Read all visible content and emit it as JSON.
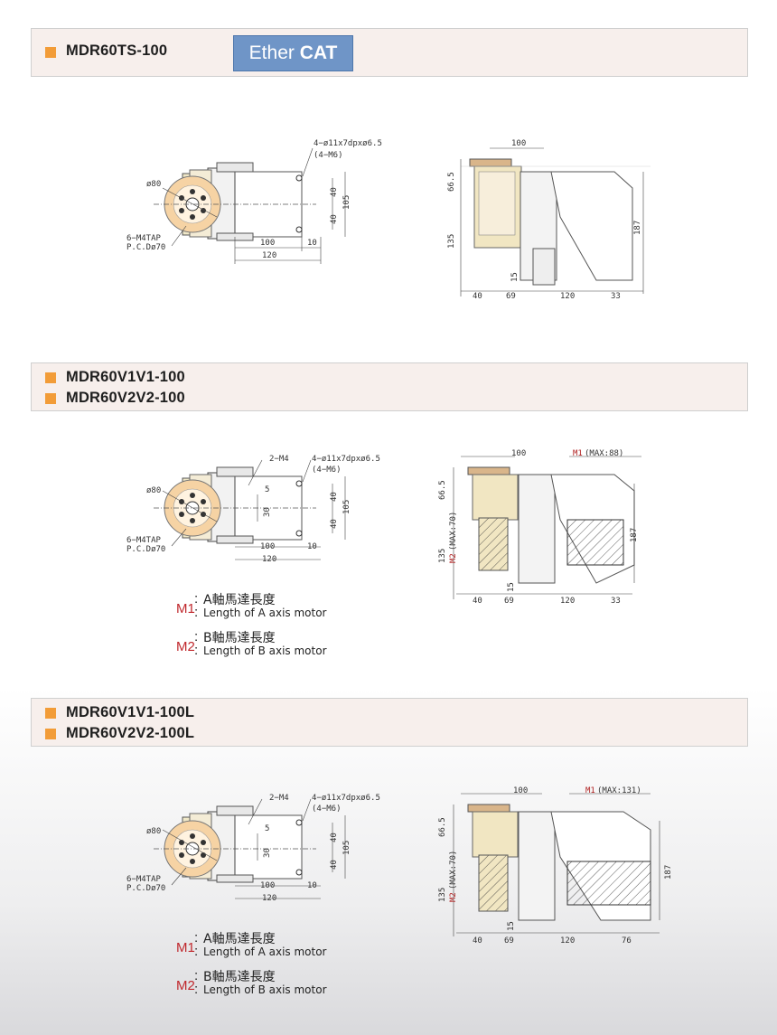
{
  "sections": [
    {
      "models": [
        "MDR60TS-100"
      ],
      "badge": {
        "text_light": "Ether",
        "text_bold": "CAT"
      },
      "front": {
        "hole_note": "4−ø11x7dpxø6.5",
        "hole_note2": "(4−M6)",
        "dia": "ø80",
        "tap": "6−M4TAP",
        "pcd": "P.C.Dø70",
        "d100": "100",
        "d10": "10",
        "d120": "120",
        "d40a": "40",
        "d40b": "40",
        "d105": "105"
      },
      "side": {
        "top": "100",
        "d665": "66.5",
        "d135": "135",
        "d187": "187",
        "d15": "15",
        "b40": "40",
        "b69": "69",
        "b120": "120",
        "b33": "33"
      }
    },
    {
      "models": [
        "MDR60V1V1-100",
        "MDR60V2V2-100"
      ],
      "front": {
        "m4": "2−M4",
        "hole_note": "4−ø11x7dpxø6.5",
        "hole_note2": "(4−M6)",
        "dia": "ø80",
        "tap": "6−M4TAP",
        "pcd": "P.C.Dø70",
        "d5": "5",
        "d30": "30",
        "d100": "100",
        "d10": "10",
        "d120": "120",
        "d40a": "40",
        "d40b": "40",
        "d105": "105"
      },
      "side": {
        "top": "100",
        "m1_code": "M1",
        "m1": "(MAX:88)",
        "d665": "66.5",
        "m2_code": "M2",
        "m2": "(MAX:70)",
        "d135": "135",
        "d187": "187",
        "d15": "15",
        "b40": "40",
        "b69": "69",
        "b120": "120",
        "b33": "33"
      },
      "legend": [
        {
          "code": "M1",
          "zh": "A軸馬達長度",
          "en": "Length of A axis motor"
        },
        {
          "code": "M2",
          "zh": "B軸馬達長度",
          "en": "Length of B axis motor"
        }
      ]
    },
    {
      "models": [
        "MDR60V1V1-100L",
        "MDR60V2V2-100L"
      ],
      "front": {
        "m4": "2−M4",
        "hole_note": "4−ø11x7dpxø6.5",
        "hole_note2": "(4−M6)",
        "dia": "ø80",
        "tap": "6−M4TAP",
        "pcd": "P.C.Dø70",
        "d5": "5",
        "d30": "30",
        "d100": "100",
        "d10": "10",
        "d120": "120",
        "d40a": "40",
        "d40b": "40",
        "d105": "105"
      },
      "side": {
        "top": "100",
        "m1_code": "M1",
        "m1": "(MAX:131)",
        "d665": "66.5",
        "m2_code": "M2",
        "m2": "(MAX:70)",
        "d135": "135",
        "d187": "187",
        "d15": "15",
        "b40": "40",
        "b69": "69",
        "b120": "120",
        "b76": "76"
      },
      "legend": [
        {
          "code": "M1",
          "zh": "A軸馬達長度",
          "en": "Length of A axis motor"
        },
        {
          "code": "M2",
          "zh": "B軸馬達長度",
          "en": "Length of B axis motor"
        }
      ]
    }
  ],
  "colors": {
    "accent_square": "#f29c38",
    "header_bg": "#f7efec",
    "badge_bg": "#6f95c7",
    "disc": "#f6d3a4",
    "body": "#f4ecd6",
    "hatch_red": "#c0282d"
  }
}
